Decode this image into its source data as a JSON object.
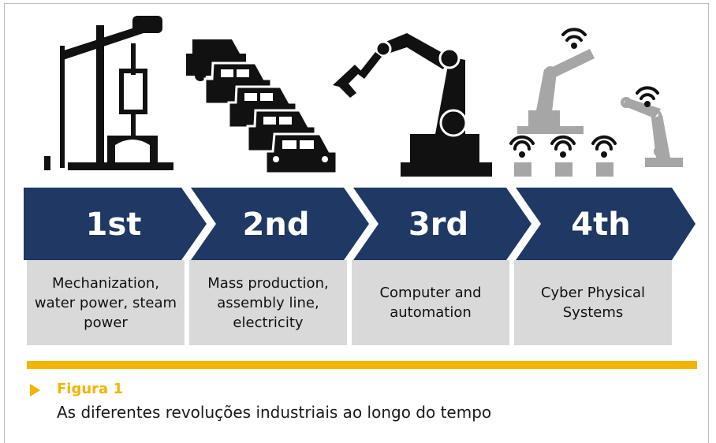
{
  "stages": [
    {
      "number": "1st",
      "description_lines": [
        "Mechanization,",
        "water power, steam",
        "power"
      ],
      "icon": "steam-engine-icon"
    },
    {
      "number": "2nd",
      "description_lines": [
        "Mass production,",
        "assembly line,",
        "electricity"
      ],
      "icon": "assembly-line-cars-icon"
    },
    {
      "number": "3rd",
      "description_lines": [
        "Computer and",
        "automation"
      ],
      "icon": "robot-arm-icon"
    },
    {
      "number": "4th",
      "description_lines": [
        "Cyber Physical",
        "Systems"
      ],
      "icon": "connected-robots-icon"
    }
  ],
  "figure": {
    "title": "Figura 1",
    "caption": "As diferentes revoluções industriais ao longo do tempo"
  },
  "colors": {
    "arrow": "#1f3864",
    "box": "#d9d9d9",
    "accent": "#f3b400",
    "icon_dark": "#111111",
    "icon_gray": "#a6a6a6"
  }
}
